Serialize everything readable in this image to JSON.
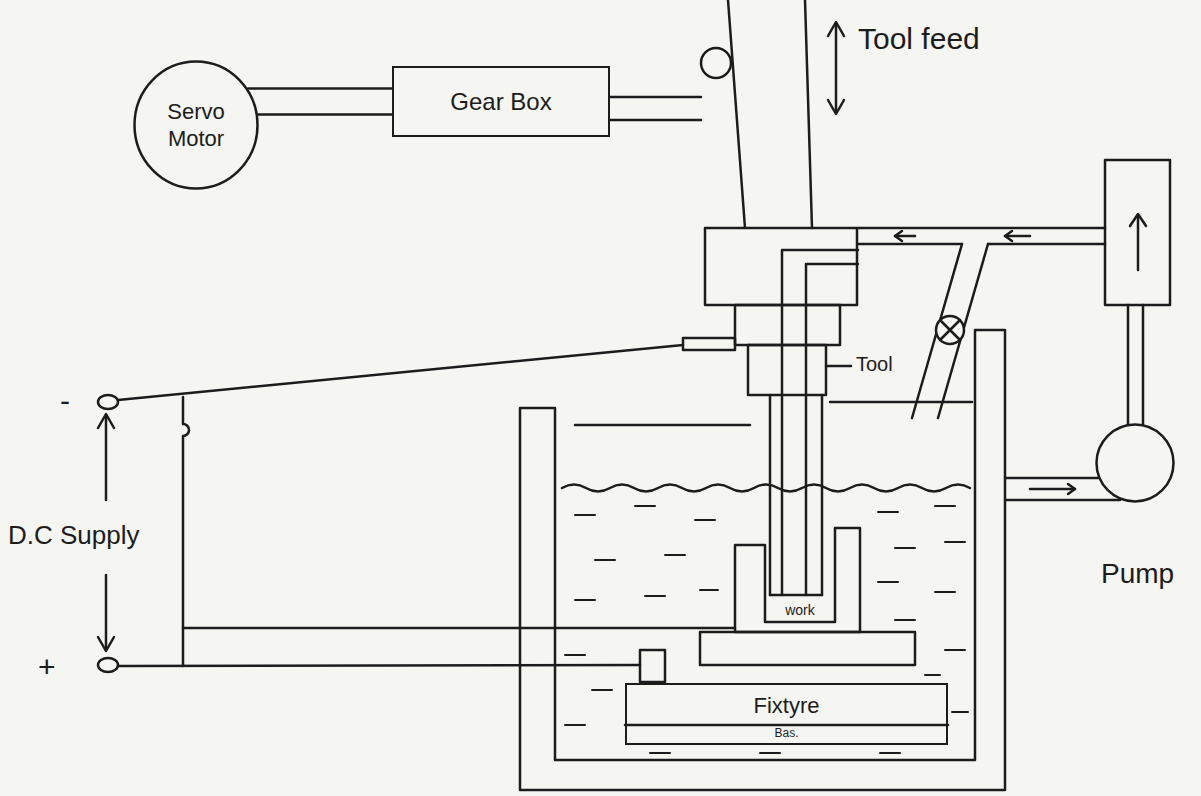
{
  "diagram": {
    "nodes": [
      {
        "text": [
          "Servo Motor"
        ]
      },
      {
        "text": [
          "Gear Box"
        ]
      },
      {
        "text": [
          "Pump"
        ]
      },
      {
        "text": [
          "work"
        ]
      },
      {
        "text": [
          "Fixtyre",
          "Bas."
        ]
      }
    ],
    "edges": [
      {
        "from": 0,
        "to": 1,
        "arrow": "none"
      }
    ],
    "labels": [
      "Tool feed",
      "Tool",
      "-",
      "D.C Supply",
      "+"
    ]
  }
}
